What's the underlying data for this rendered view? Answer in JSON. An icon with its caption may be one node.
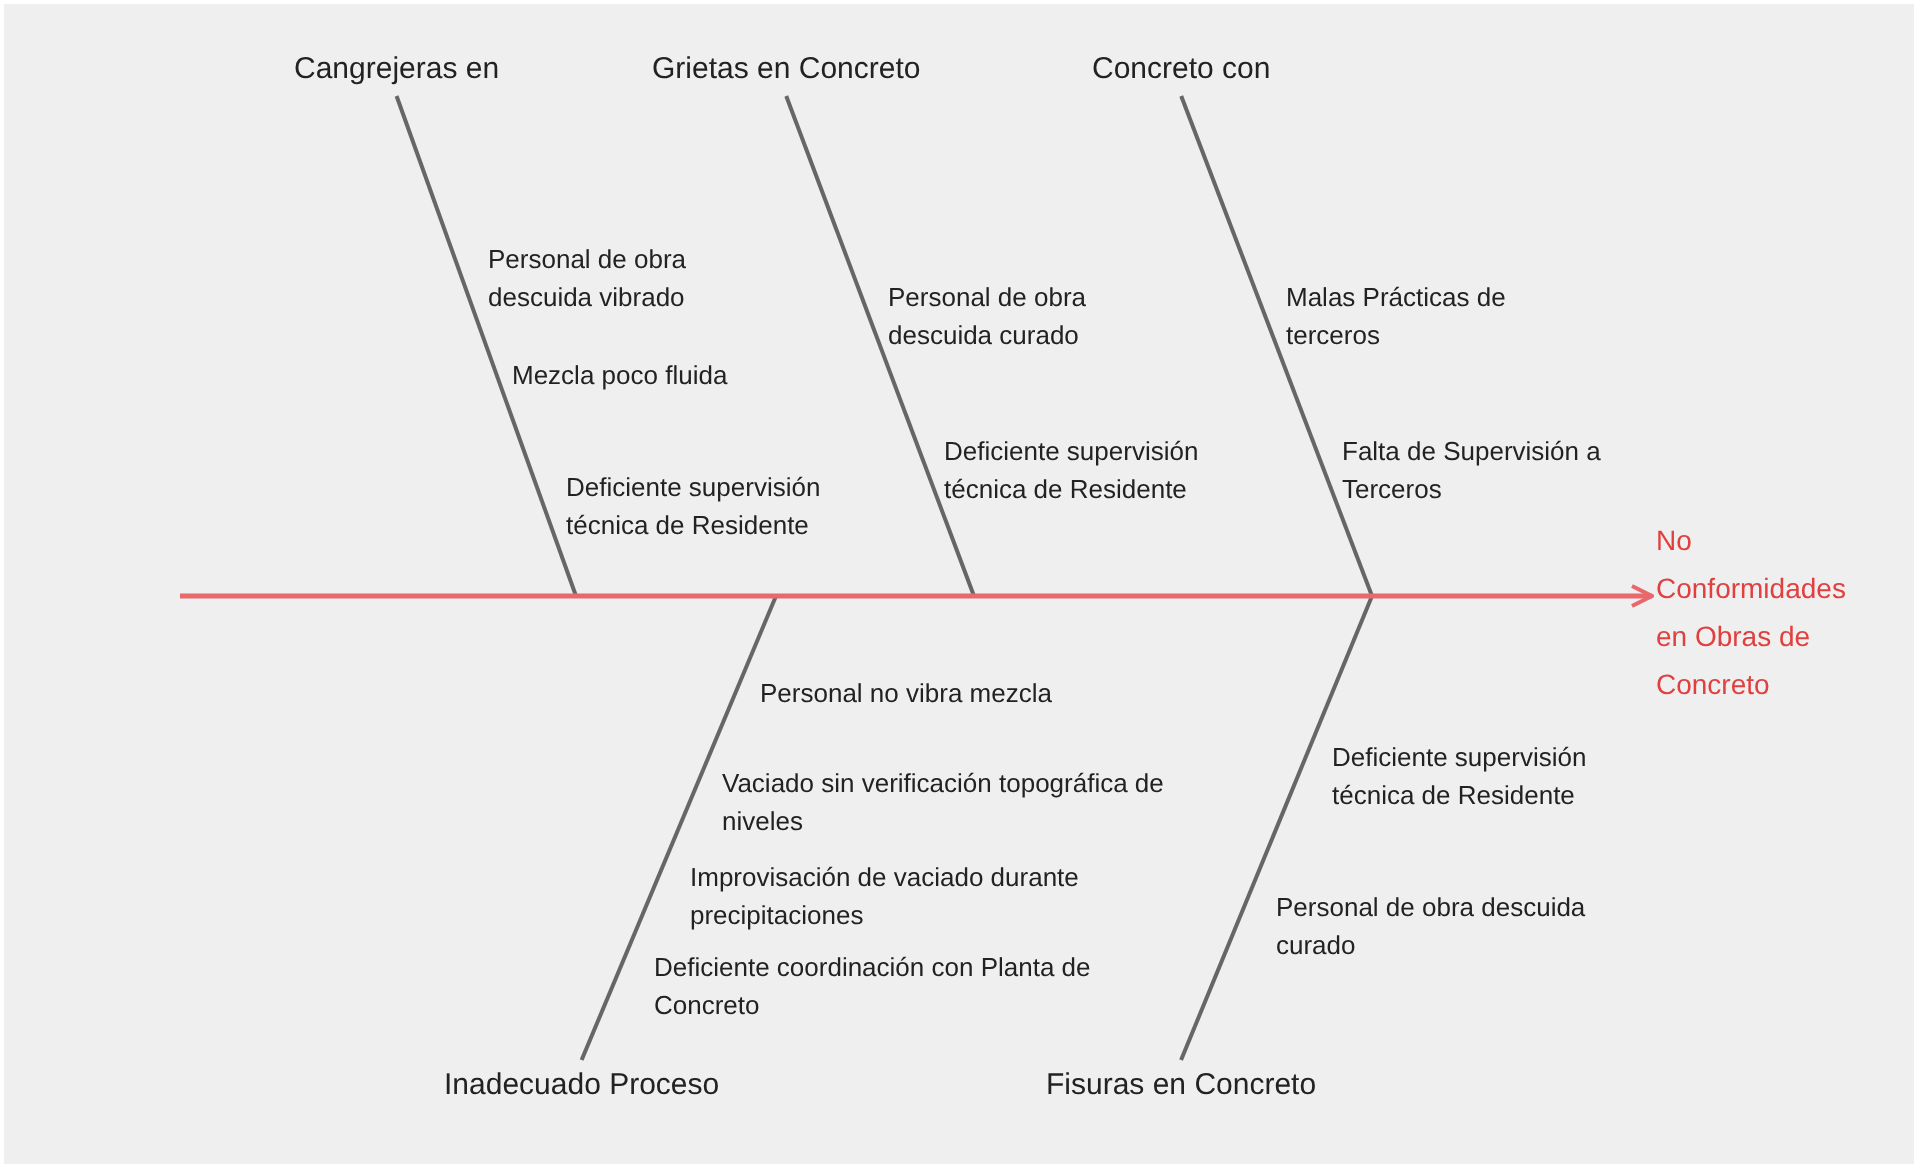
{
  "diagram": {
    "nodes": [
      {
        "text": [
          "Cangrejeras en"
        ]
      },
      {
        "text": [
          "Grietas en Concreto"
        ]
      },
      {
        "text": [
          "Concreto con"
        ]
      },
      {
        "text": [
          "Inadecuado Proceso"
        ]
      },
      {
        "text": [
          "Fisuras en Concreto"
        ]
      },
      {
        "text": [
          "No Conformidades en Obras de Concreto"
        ]
      }
    ],
    "edges": [
      {
        "from": 0,
        "to": null,
        "arrow": "none"
      },
      {
        "from": 1,
        "to": null,
        "arrow": "none"
      },
      {
        "from": 2,
        "to": null,
        "arrow": "none"
      },
      {
        "from": 3,
        "to": null,
        "arrow": "none"
      },
      {
        "from": 4,
        "to": null,
        "arrow": "none"
      },
      {
        "from": null,
        "to": 5,
        "arrow": "to",
        "color": "#e8686c"
      }
    ],
    "labels": [
      "Personal de obra descuida vibrado",
      "Mezcla poco fluida",
      "Deficiente supervisión técnica de Residente",
      "Personal de obra descuida curado",
      "Deficiente supervisión técnica de Residente",
      "Malas Prácticas de terceros",
      "Falta de Supervisión a Terceros",
      "Personal no vibra mezcla",
      "Vaciado sin verificación topográfica de niveles",
      "Improvisación de vaciado durante precipitaciones",
      "Deficiente coordinación con Planta de Concreto",
      "Deficiente supervisión técnica de Residente",
      "Personal de obra descuida curado"
    ]
  }
}
